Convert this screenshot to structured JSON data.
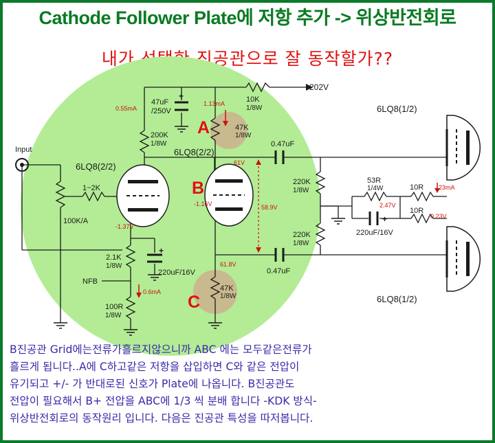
{
  "title": "Cathode Follower Plate에 저항 추가 -> 위상반전회로",
  "subtitle": "내가 선택한 진공관으로 잘 동작할가??",
  "labels": {
    "supply": "202V",
    "r10k": "10K",
    "r10k_w": "1/8W",
    "cap47": "47uF",
    "cap47_v": "/250V",
    "cur055": "0.55mA",
    "cur113": "1.13mA",
    "r47k_top": "47K",
    "r47k_top_w": "1/8W",
    "r200k": "200K",
    "r200k_w": "1/8W",
    "tube_mid": "6LQ8(2/2)",
    "tube_left": "6LQ8(2/2)",
    "c047_top": "0.47uF",
    "input": "Input",
    "r1k2k": "1~2K",
    "pot": "100K/A",
    "v61": "61V",
    "v116": "-1.16V",
    "v137": "-1.37V",
    "v589": "58.9V",
    "r220k_1": "220K",
    "r220k_1_w": "1/8W",
    "r220k_2": "220K",
    "r220k_2_w": "1/8W",
    "r53": "53R",
    "r53_w": "1/4W",
    "v247": "2.47V",
    "r10r_1": "10R",
    "r10r_2": "10R",
    "cur23": "23mA",
    "v023": "0.23V",
    "cap220": "220uF/16V",
    "out_tube_top": "6LQ8(1/2)",
    "out_tube_bot": "6LQ8(1/2)",
    "r21k": "2.1K",
    "r21k_w": "1/8W",
    "cap220_b": "220uF/16V",
    "nfb": "NFB",
    "cur06": "0.6mA",
    "r100": "100R",
    "r100_w": "1/8W",
    "v618": "61.8V",
    "c047_bot": "0.47uF",
    "r47k_bot": "47K",
    "r47k_bot_w": "1/8W",
    "mark_a": "A",
    "mark_b": "B",
    "mark_c": "C",
    "plus": "+"
  },
  "note": [
    "B진공관 Grid에는전류가흘르지않으니까 ABC 에는 모두같은전류가",
    "흘르게 됩니다..A에 C하고같은 저항을 삽입하면 C와 같은 전압이",
    "유기되고 +/- 가 반대로된 신호가 Plate에 나옵니다. B진공관도",
    "전압이 필요해서 B+ 전압을 ABC에 1/3 씩 분배 합니다 -KDK 방식-",
    "위상반전회로의 동작원리 입니다. 다음은 진공관 특성을 따저봅니다."
  ],
  "colors": {
    "frame": "#0c7a2a",
    "title": "#0a7a24",
    "subtitle": "#e01010",
    "highlight": "#b3ec95",
    "marker": "#c9b98f",
    "annotation": "#cc1111",
    "note": "#3a2aa8"
  }
}
